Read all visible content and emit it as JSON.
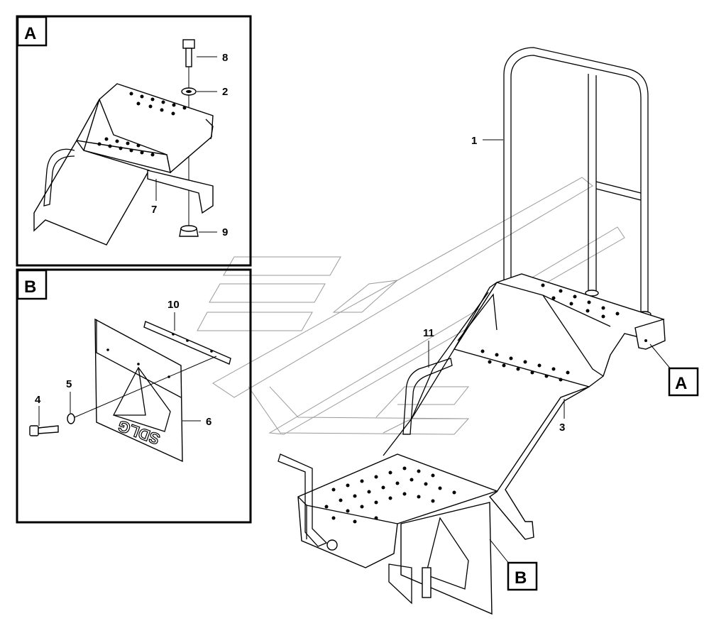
{
  "detail_a": {
    "tag": "A",
    "callouts": [
      "8",
      "2",
      "7",
      "9"
    ]
  },
  "detail_b": {
    "tag": "B",
    "callouts": [
      "10",
      "5",
      "4",
      "6"
    ]
  },
  "main": {
    "callouts": [
      "1",
      "11",
      "3"
    ],
    "tag_a": "A",
    "tag_b": "B"
  },
  "mudflap_mark": "SDLG"
}
